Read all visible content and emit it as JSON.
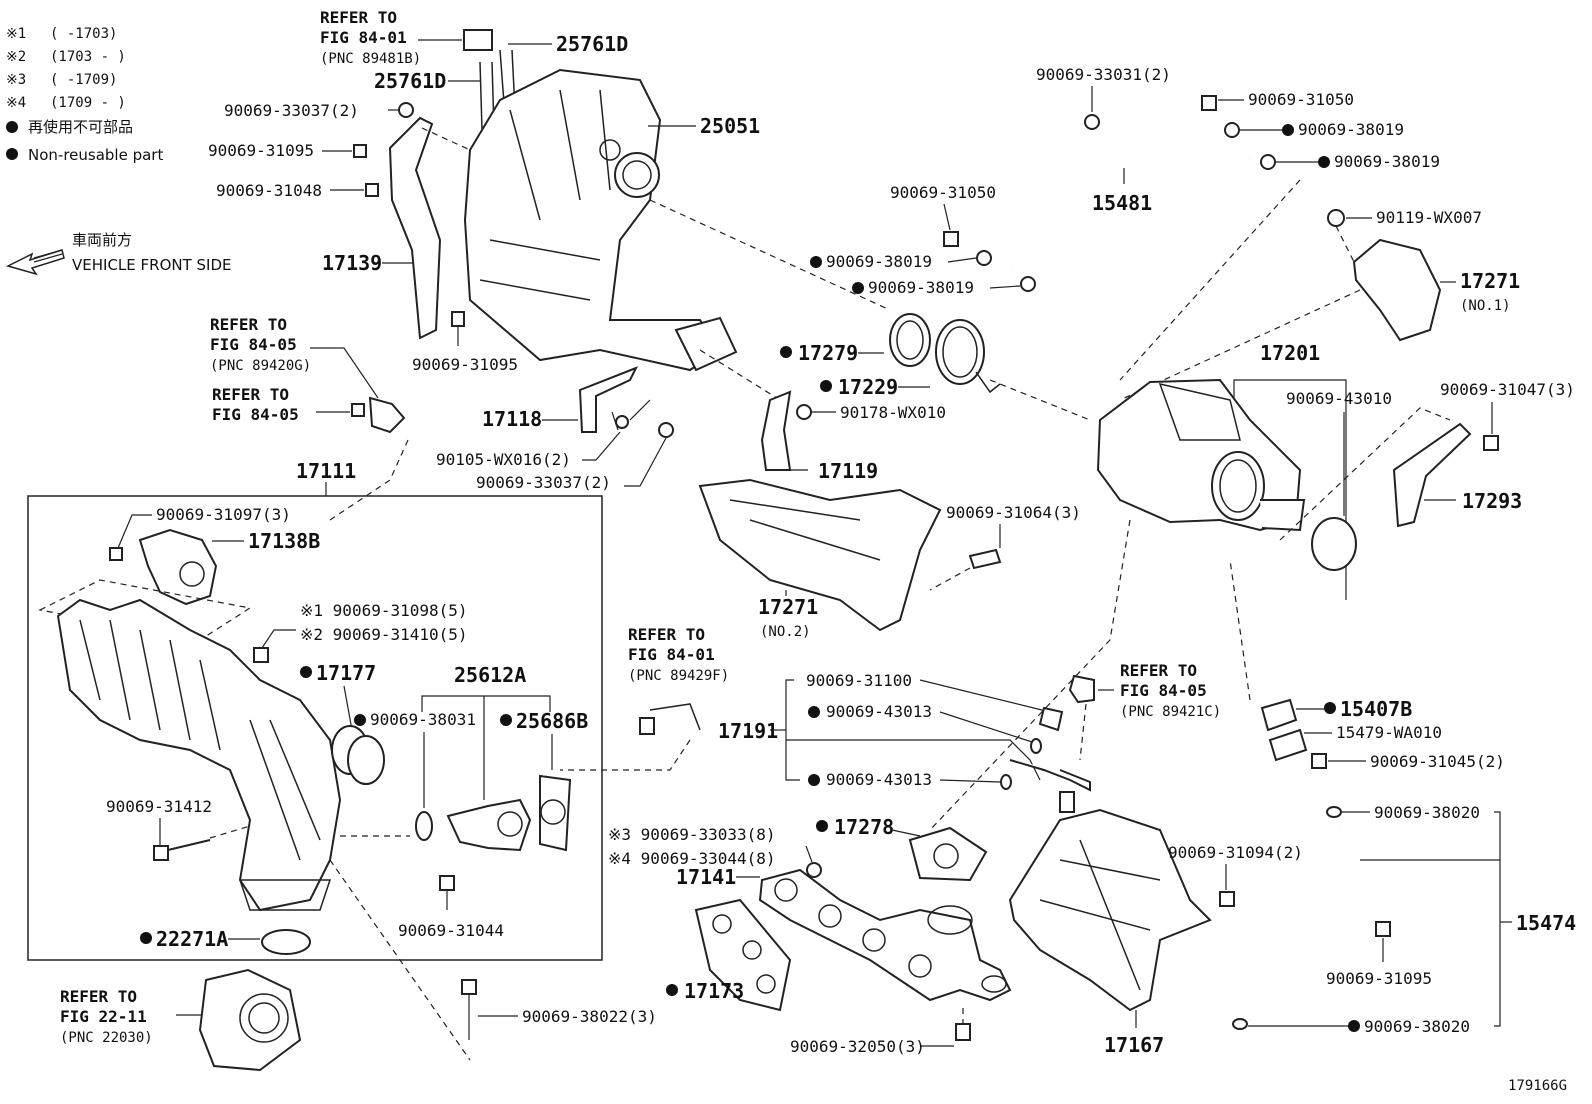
{
  "figure_id": "179166G",
  "legend": {
    "variants": [
      {
        "mark": "※1",
        "range": "(      -1703)"
      },
      {
        "mark": "※2",
        "range": "(1703 -      )"
      },
      {
        "mark": "※3",
        "range": "(      -1709)"
      },
      {
        "mark": "※4",
        "range": "(1709 -      )"
      }
    ],
    "non_reusable_jp": "再使用不可部品",
    "non_reusable_en": "Non-reusable part"
  },
  "direction": {
    "jp": "車両前方",
    "en": "VEHICLE FRONT SIDE"
  },
  "labels": {
    "ref_top_1": "REFER TO",
    "ref_top_2": "FIG 84-01",
    "ref_top_3": "(PNC 89481B)",
    "p25761D_a": "25761D",
    "p25761D_b": "25761D",
    "p90069_33037_2": "90069-33037(2)",
    "p90069_31095_a": "90069-31095",
    "p90069_31048": "90069-31048",
    "p17139": "17139",
    "p25051": "25051",
    "p90069_31095_b": "90069-31095",
    "ref_mid_1": "REFER TO",
    "ref_mid_2": "FIG 84-05",
    "ref_mid_3": "(PNC 89420G)",
    "ref_mid2_1": "REFER TO",
    "ref_mid2_2": "FIG 84-05",
    "p17118": "17118",
    "p90105_WX016": "90105-WX016(2)",
    "p90069_33037_2b": "90069-33037(2)",
    "p17111": "17111",
    "p90069_31097": "90069-31097(3)",
    "p17138B": "17138B",
    "p90069_31098": "※1 90069-31098(5)",
    "p90069_31410": "※2 90069-31410(5)",
    "p17177": "17177",
    "p25612A": "25612A",
    "p90069_38031": "90069-38031",
    "p25686B": "25686B",
    "p90069_31412": "90069-31412",
    "p90069_31044": "90069-31044",
    "p22271A": "22271A",
    "ref_bot_1": "REFER TO",
    "ref_bot_2": "FIG 22-11",
    "ref_bot_3": "(PNC 22030)",
    "p90069_38022": "90069-38022(3)",
    "p90069_33031": "90069-33031(2)",
    "p90069_31050_a": "90069-31050",
    "p90069_38019_a": "90069-38019",
    "p90069_38019_b": "90069-38019",
    "p15481": "15481",
    "p90069_31050_b": "90069-31050",
    "p90069_38019_c": "90069-38019",
    "p90069_38019_d": "90069-38019",
    "p90119_WX007": "90119-WX007",
    "p17271_no1": "17271",
    "p17271_no1_sub": "(NO.1)",
    "p17279": "17279",
    "p17229": "17229",
    "p90178_WX010": "90178-WX010",
    "p17119": "17119",
    "p17201": "17201",
    "p90069_43010": "90069-43010",
    "p90069_31047": "90069-31047(3)",
    "p17293": "17293",
    "p90069_31064": "90069-31064(3)",
    "p17271_no2": "17271",
    "p17271_no2_sub": "(NO.2)",
    "ref_r_1": "REFER TO",
    "ref_r_2": "FIG 84-01",
    "ref_r_3": "(PNC 89429F)",
    "p90069_31100": "90069-31100",
    "p17191": "17191",
    "p90069_43013_a": "90069-43013",
    "p90069_43013_b": "90069-43013",
    "ref_rr_1": "REFER TO",
    "ref_rr_2": "FIG 84-05",
    "ref_rr_3": "(PNC 89421C)",
    "p15407B": "15407B",
    "p15479_WA010": "15479-WA010",
    "p90069_31045": "90069-31045(2)",
    "p17278": "17278",
    "p90069_33033": "※3 90069-33033(8)",
    "p90069_33044": "※4 90069-33044(8)",
    "p17141": "17141",
    "p17173": "17173",
    "p90069_32050": "90069-32050(3)",
    "p17167": "17167",
    "p90069_31094": "90069-31094(2)",
    "p90069_38020_a": "90069-38020",
    "p15474": "15474",
    "p90069_31095_c": "90069-31095",
    "p90069_38020_b": "90069-38020"
  }
}
